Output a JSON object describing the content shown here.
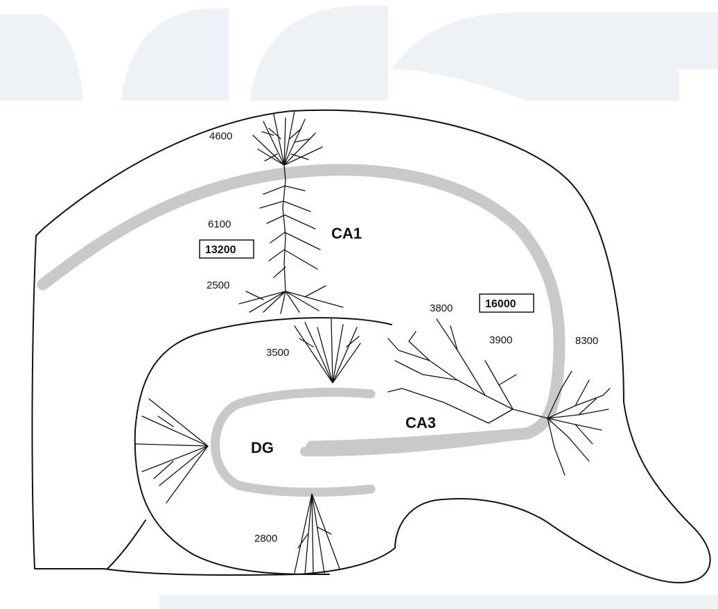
{
  "regions": {
    "ca1": "CA1",
    "ca3": "CA3",
    "dg": "DG"
  },
  "ca1_values": {
    "apical_tuft": "4600",
    "apical_oblique": "6100",
    "total": "13200",
    "basal": "2500"
  },
  "ca3_values": {
    "apical": "3800",
    "total": "16000",
    "mid": "3900",
    "basal": "8300"
  },
  "dg_values": {
    "upper_blade": "3500",
    "lower_blade": "2800"
  },
  "colors": {
    "outline": "#111111",
    "cell_layer": "#c9c9c9",
    "watermark": "#eef2f4"
  }
}
